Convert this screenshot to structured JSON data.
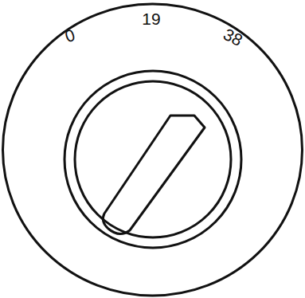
{
  "diagram": {
    "labels": [
      "0",
      "19",
      "38"
    ]
  }
}
